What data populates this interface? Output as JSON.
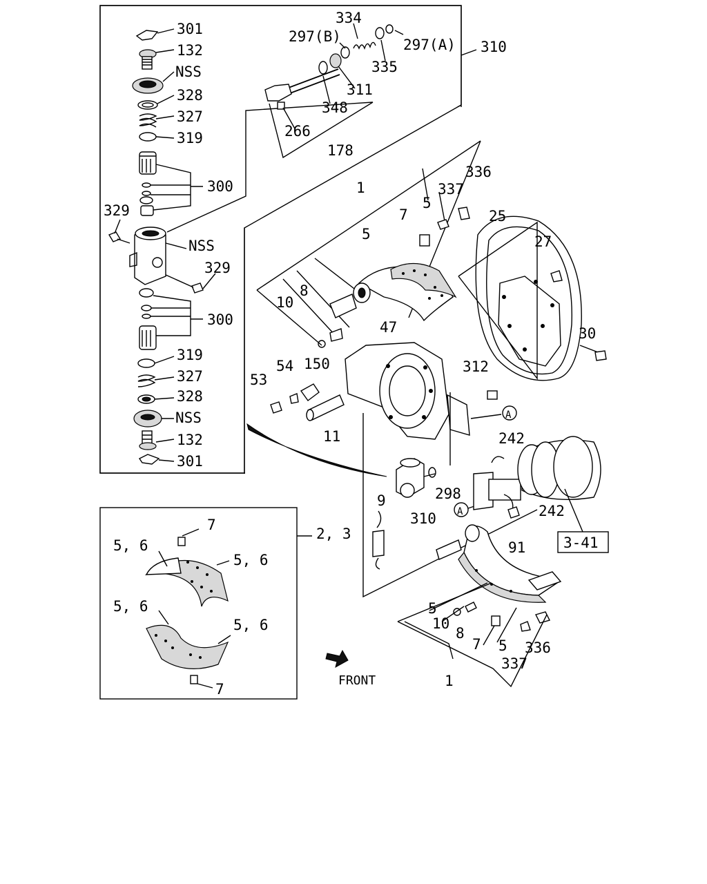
{
  "colors": {
    "line": "#000000",
    "background": "#ffffff",
    "shade": "#d8d8d8"
  },
  "icons": {
    "front_arrow": "front-arrow-icon",
    "reference_a": "circle-a-icon"
  },
  "labels": {
    "l301_top": "301",
    "l132_top": "132",
    "nss_top": "NSS",
    "l328_top": "328",
    "l327_top": "327",
    "l319_top": "319",
    "l300_top": "300",
    "l329_left": "329",
    "nss_mid": "NSS",
    "l329_right": "329",
    "l300_bot": "300",
    "l319_bot": "319",
    "l327_bot": "327",
    "l328_bot": "328",
    "nss_bot": "NSS",
    "l132_bot": "132",
    "l301_bot": "301",
    "l334": "334",
    "l297b": "297(B)",
    "l297a": "297(A)",
    "l310_box": "310",
    "l335": "335",
    "l311": "311",
    "l348": "348",
    "l266": "266",
    "l178": "178",
    "l336_top": "336",
    "l337_top": "337",
    "l1_top": "1",
    "l5_top": "5",
    "l7_top": "7",
    "l25": "25",
    "l5_shoe": "5",
    "l27": "27",
    "l10_top": "10",
    "l8_top": "8",
    "l47": "47",
    "l30": "30",
    "l54": "54",
    "l150": "150",
    "l312": "312",
    "l53": "53",
    "l11": "11",
    "l242_top": "242",
    "a_top": "A",
    "l298": "298",
    "l242_bot": "242",
    "l9": "9",
    "l310_valve": "310",
    "a_bot": "A",
    "l91": "91",
    "l341": "3-41",
    "l23": "2, 3",
    "l7_box_top": "7",
    "l56_a": "5, 6",
    "l56_b": "5, 6",
    "l56_c": "5, 6",
    "l56_d": "5, 6",
    "l7_box_bot": "7",
    "front": "FRONT",
    "l5_low": "5",
    "l10_low": "10",
    "l8_low": "8",
    "l7_low": "7",
    "l5_low2": "5",
    "l336_low": "336",
    "l337_low": "337",
    "l1_low": "1"
  }
}
